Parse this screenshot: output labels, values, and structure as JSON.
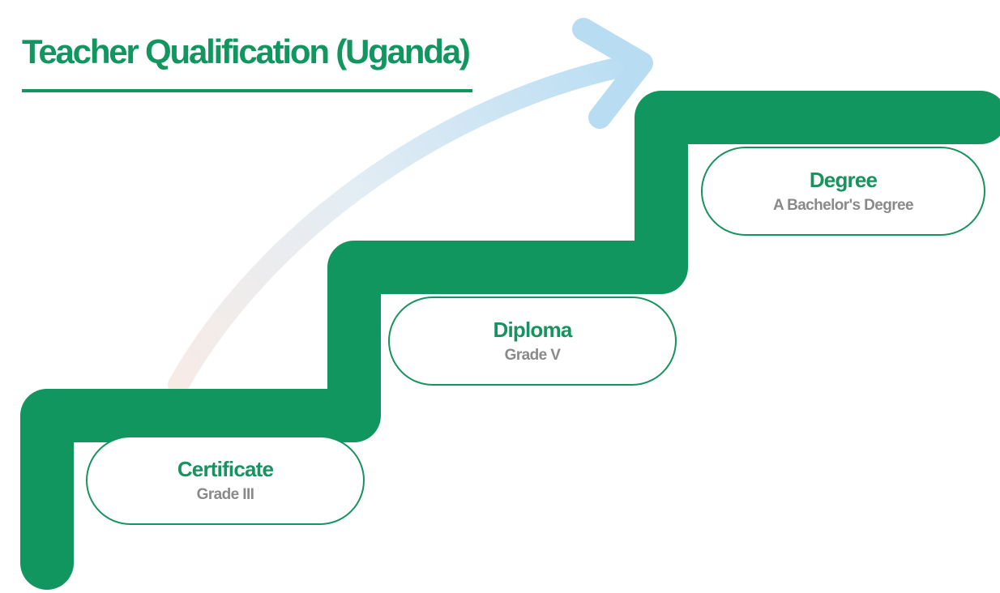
{
  "title": "Teacher Qualification (Uganda)",
  "levels": [
    {
      "name": "Certificate",
      "grade": "Grade III"
    },
    {
      "name": "Diploma",
      "grade": "Grade V"
    },
    {
      "name": "Degree",
      "grade": "A Bachelor's Degree"
    }
  ],
  "colors": {
    "primary_green": "#11965f",
    "subtitle_gray": "#8a8a8a",
    "arrow_blue": "#b9def3",
    "arrow_tail": "#f6e9e4"
  }
}
